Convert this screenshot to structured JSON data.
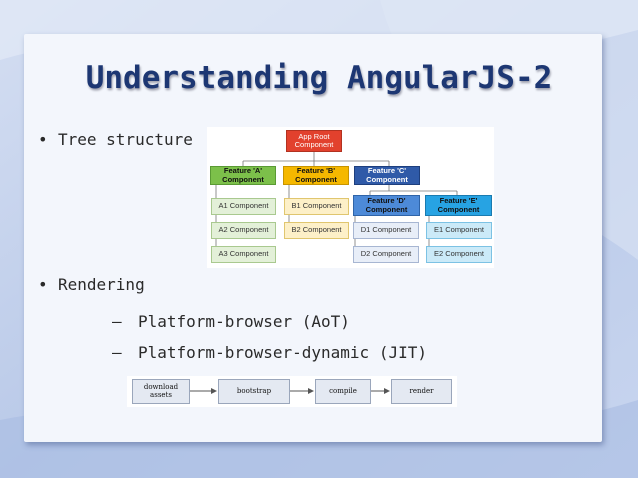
{
  "slide": {
    "title": "Understanding AngularJS-2",
    "bullets": [
      {
        "label": "Tree structure"
      },
      {
        "label": "Rendering"
      }
    ],
    "sub_items": [
      {
        "label": "Platform-browser (AoT)"
      },
      {
        "label": "Platform-browser-dynamic (JIT)"
      }
    ]
  },
  "tree": {
    "root": "App Root Component",
    "features": [
      "Feature 'A' Component",
      "Feature 'B' Component",
      "Feature 'C' Component"
    ],
    "sub_features": [
      "Feature 'D' Component",
      "Feature 'E' Component"
    ],
    "leaves": {
      "a": [
        "A1 Component",
        "A2 Component",
        "A3 Component"
      ],
      "b": [
        "B1 Component",
        "B2 Component"
      ],
      "d": [
        "D1 Component",
        "D2 Component"
      ],
      "e": [
        "E1 Component",
        "E2 Component"
      ]
    },
    "colors": {
      "root": "#e2412d",
      "feature_a": "#7cc04a",
      "feature_b": "#f5b800",
      "feature_c": "#2f5aa8",
      "feature_d": "#4d8ad8",
      "feature_e": "#27a3e3"
    }
  },
  "pipeline": {
    "steps": [
      "download assets",
      "bootstrap",
      "compile",
      "render"
    ]
  },
  "theme": {
    "title_color": "#1d3773",
    "background": "#c9d6ee",
    "panel": "#f3f6fc"
  }
}
